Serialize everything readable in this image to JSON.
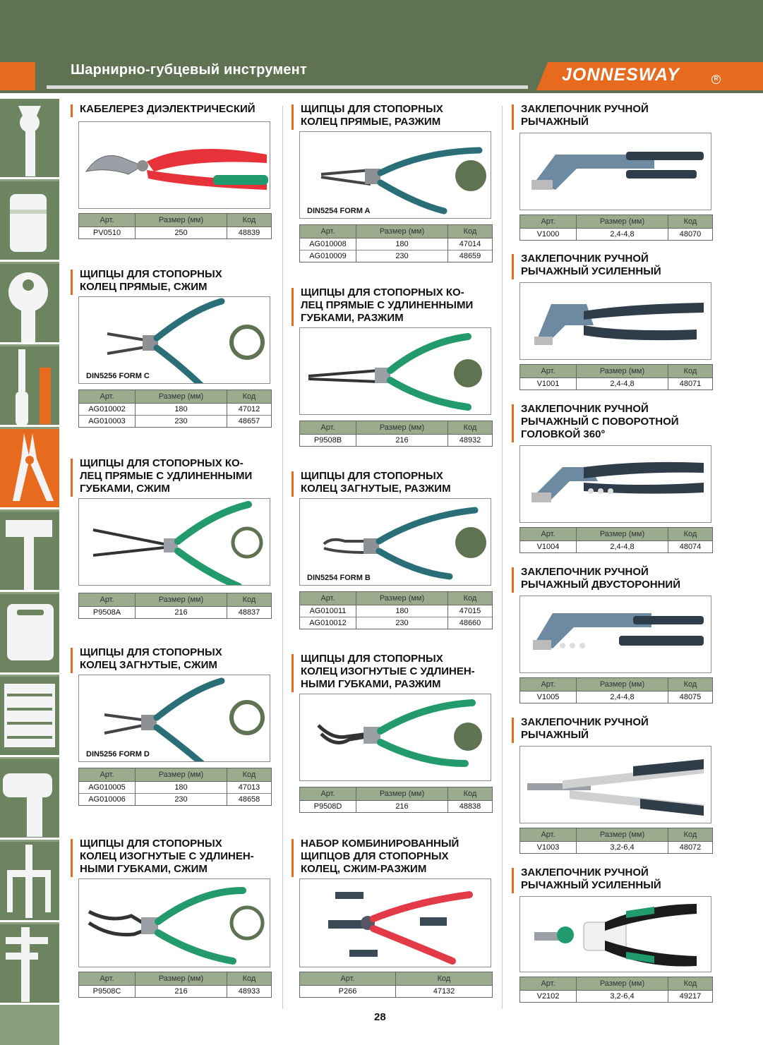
{
  "header": {
    "title": "Шарнирно-губцевый инструмент",
    "brand": "JONNESWAY",
    "brand_mark": "R"
  },
  "table_headers": {
    "art": "Арт.",
    "size": "Размер (мм)",
    "code": "Код"
  },
  "page_number": "28",
  "colors": {
    "header_green": "#5f7352",
    "accent_orange": "#e86a1e",
    "table_header": "#9bab8e",
    "handle_green": "#2f9b6e",
    "ring_green": "#5f7352"
  },
  "sidebar_icons": [
    "wrench-icon",
    "socket-icon",
    "ratchet-icon",
    "screwdriver-icon",
    "pliers-icon",
    "hammer-icon",
    "tool-case-icon",
    "tool-cabinet-icon",
    "impact-gun-icon",
    "puller-icon",
    "caliper-icon"
  ],
  "products": {
    "p1": {
      "title": [
        "КАБЕЛЕРЕЗ ДИЭЛЕКТРИЧЕСКИЙ"
      ],
      "label": "",
      "rows": [
        [
          "PV0510",
          "250",
          "48839"
        ]
      ]
    },
    "p2": {
      "title": [
        "ЩИПЦЫ ДЛЯ СТОПОРНЫХ",
        "КОЛЕЦ ПРЯМЫЕ, СЖИМ"
      ],
      "label": "DIN5256 FORM C",
      "rows": [
        [
          "AG010002",
          "180",
          "47012"
        ],
        [
          "AG010003",
          "230",
          "48657"
        ]
      ]
    },
    "p3": {
      "title": [
        "ЩИПЦЫ ДЛЯ СТОПОРНЫХ КО-",
        "ЛЕЦ ПРЯМЫЕ С УДЛИНЕННЫМИ",
        "ГУБКАМИ, СЖИМ"
      ],
      "label": "",
      "rows": [
        [
          "P9508A",
          "216",
          "48837"
        ]
      ]
    },
    "p4": {
      "title": [
        "ЩИПЦЫ ДЛЯ СТОПОРНЫХ",
        "КОЛЕЦ ЗАГНУТЫЕ, СЖИМ"
      ],
      "label": "DIN5256 FORM D",
      "rows": [
        [
          "AG010005",
          "180",
          "47013"
        ],
        [
          "AG010006",
          "230",
          "48658"
        ]
      ]
    },
    "p5": {
      "title": [
        "ЩИПЦЫ ДЛЯ СТОПОРНЫХ",
        "КОЛЕЦ ИЗОГНУТЫЕ С УДЛИНЕН-",
        "НЫМИ ГУБКАМИ, СЖИМ"
      ],
      "label": "",
      "rows": [
        [
          "P9508C",
          "216",
          "48933"
        ]
      ]
    },
    "p6": {
      "title": [
        "ЩИПЦЫ ДЛЯ СТОПОРНЫХ",
        "КОЛЕЦ ПРЯМЫЕ, РАЗЖИМ"
      ],
      "label": "DIN5254 FORM A",
      "rows": [
        [
          "AG010008",
          "180",
          "47014"
        ],
        [
          "AG010009",
          "230",
          "48659"
        ]
      ]
    },
    "p7": {
      "title": [
        "ЩИПЦЫ ДЛЯ СТОПОРНЫХ КО-",
        "ЛЕЦ ПРЯМЫЕ С УДЛИНЕННЫМИ",
        "ГУБКАМИ, РАЗЖИМ"
      ],
      "label": "",
      "rows": [
        [
          "P9508B",
          "216",
          "48932"
        ]
      ]
    },
    "p8": {
      "title": [
        "ЩИПЦЫ ДЛЯ СТОПОРНЫХ",
        "КОЛЕЦ ЗАГНУТЫЕ, РАЗЖИМ"
      ],
      "label": "DIN5254 FORM B",
      "rows": [
        [
          "AG010011",
          "180",
          "47015"
        ],
        [
          "AG010012",
          "230",
          "48660"
        ]
      ]
    },
    "p9": {
      "title": [
        "ЩИПЦЫ ДЛЯ СТОПОРНЫХ",
        "КОЛЕЦ ИЗОГНУТЫЕ С УДЛИНЕН-",
        "НЫМИ ГУБКАМИ, РАЗЖИМ"
      ],
      "label": "",
      "rows": [
        [
          "P9508D",
          "216",
          "48838"
        ]
      ]
    },
    "p10": {
      "title": [
        "НАБОР КОМБИНИРОВАННЫЙ",
        "ЩИПЦОВ ДЛЯ СТОПОРНЫХ",
        "КОЛЕЦ, СЖИМ-РАЗЖИМ"
      ],
      "label": "",
      "rows": [
        [
          "P266",
          "47132"
        ]
      ]
    },
    "p11": {
      "title": [
        "ЗАКЛЕПОЧНИК РУЧНОЙ",
        "РЫЧАЖНЫЙ"
      ],
      "label": "",
      "rows": [
        [
          "V1000",
          "2,4-4,8",
          "48070"
        ]
      ]
    },
    "p12": {
      "title": [
        "ЗАКЛЕПОЧНИК РУЧНОЙ",
        "РЫЧАЖНЫЙ УСИЛЕННЫЙ"
      ],
      "label": "",
      "rows": [
        [
          "V1001",
          "2,4-4,8",
          "48071"
        ]
      ]
    },
    "p13": {
      "title": [
        "ЗАКЛЕПОЧНИК РУЧНОЙ",
        "РЫЧАЖНЫЙ С ПОВОРОТНОЙ",
        "ГОЛОВКОЙ 360°"
      ],
      "label": "",
      "rows": [
        [
          "V1004",
          "2,4-4,8",
          "48074"
        ]
      ]
    },
    "p14": {
      "title": [
        "ЗАКЛЕПОЧНИК РУЧНОЙ",
        "РЫЧАЖНЫЙ ДВУСТОРОННИЙ"
      ],
      "label": "",
      "rows": [
        [
          "V1005",
          "2,4-4,8",
          "48075"
        ]
      ]
    },
    "p15": {
      "title": [
        "ЗАКЛЕПОЧНИК РУЧНОЙ",
        "РЫЧАЖНЫЙ"
      ],
      "label": "",
      "rows": [
        [
          "V1003",
          "3,2-6,4",
          "48072"
        ]
      ]
    },
    "p16": {
      "title": [
        "ЗАКЛЕПОЧНИК РУЧНОЙ",
        "РЫЧАЖНЫЙ УСИЛЕННЫЙ"
      ],
      "label": "",
      "rows": [
        [
          "V2102",
          "3,2-6,4",
          "49217"
        ]
      ]
    }
  }
}
